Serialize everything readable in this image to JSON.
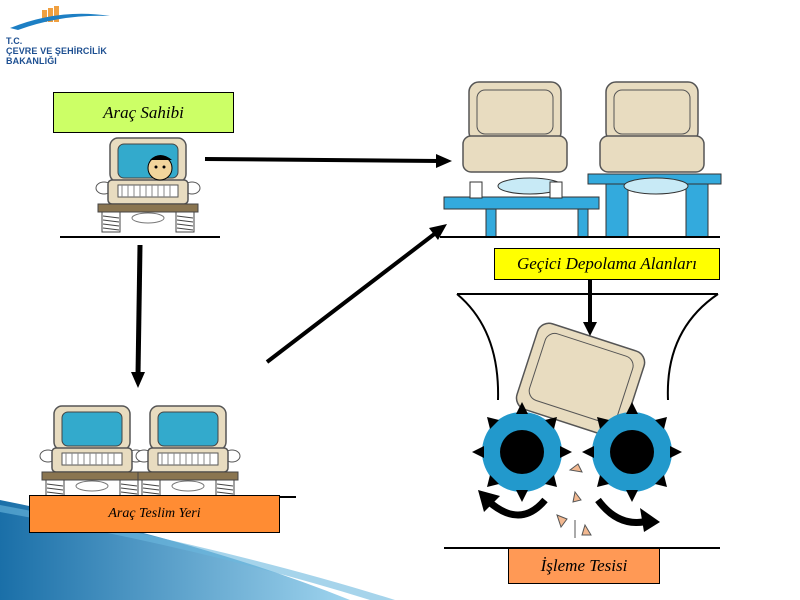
{
  "logo": {
    "line1": "T.C.",
    "line2": "ÇEVRE VE ŞEHİRCİLİK",
    "line3": "BAKANLIĞI",
    "colors": {
      "bars": "#f0a040",
      "swoosh": "#1d7fc4",
      "text": "#1d4f91"
    }
  },
  "labels": {
    "owner": "Araç Sahibi",
    "storage": "Geçici  Depolama Alanları",
    "delivery": "Araç Teslim Yeri",
    "processing": "İşleme Tesisi"
  },
  "colors": {
    "owner_box": "#ccff66",
    "storage_box": "#ffff00",
    "delivery_box": "#ff8c33",
    "processing_box": "#ff9955",
    "car_body": "#e8dcc0",
    "car_window": "#33aacc",
    "rack": "#33aadd",
    "shredder": "#2299cc",
    "arrow": "#000000"
  }
}
